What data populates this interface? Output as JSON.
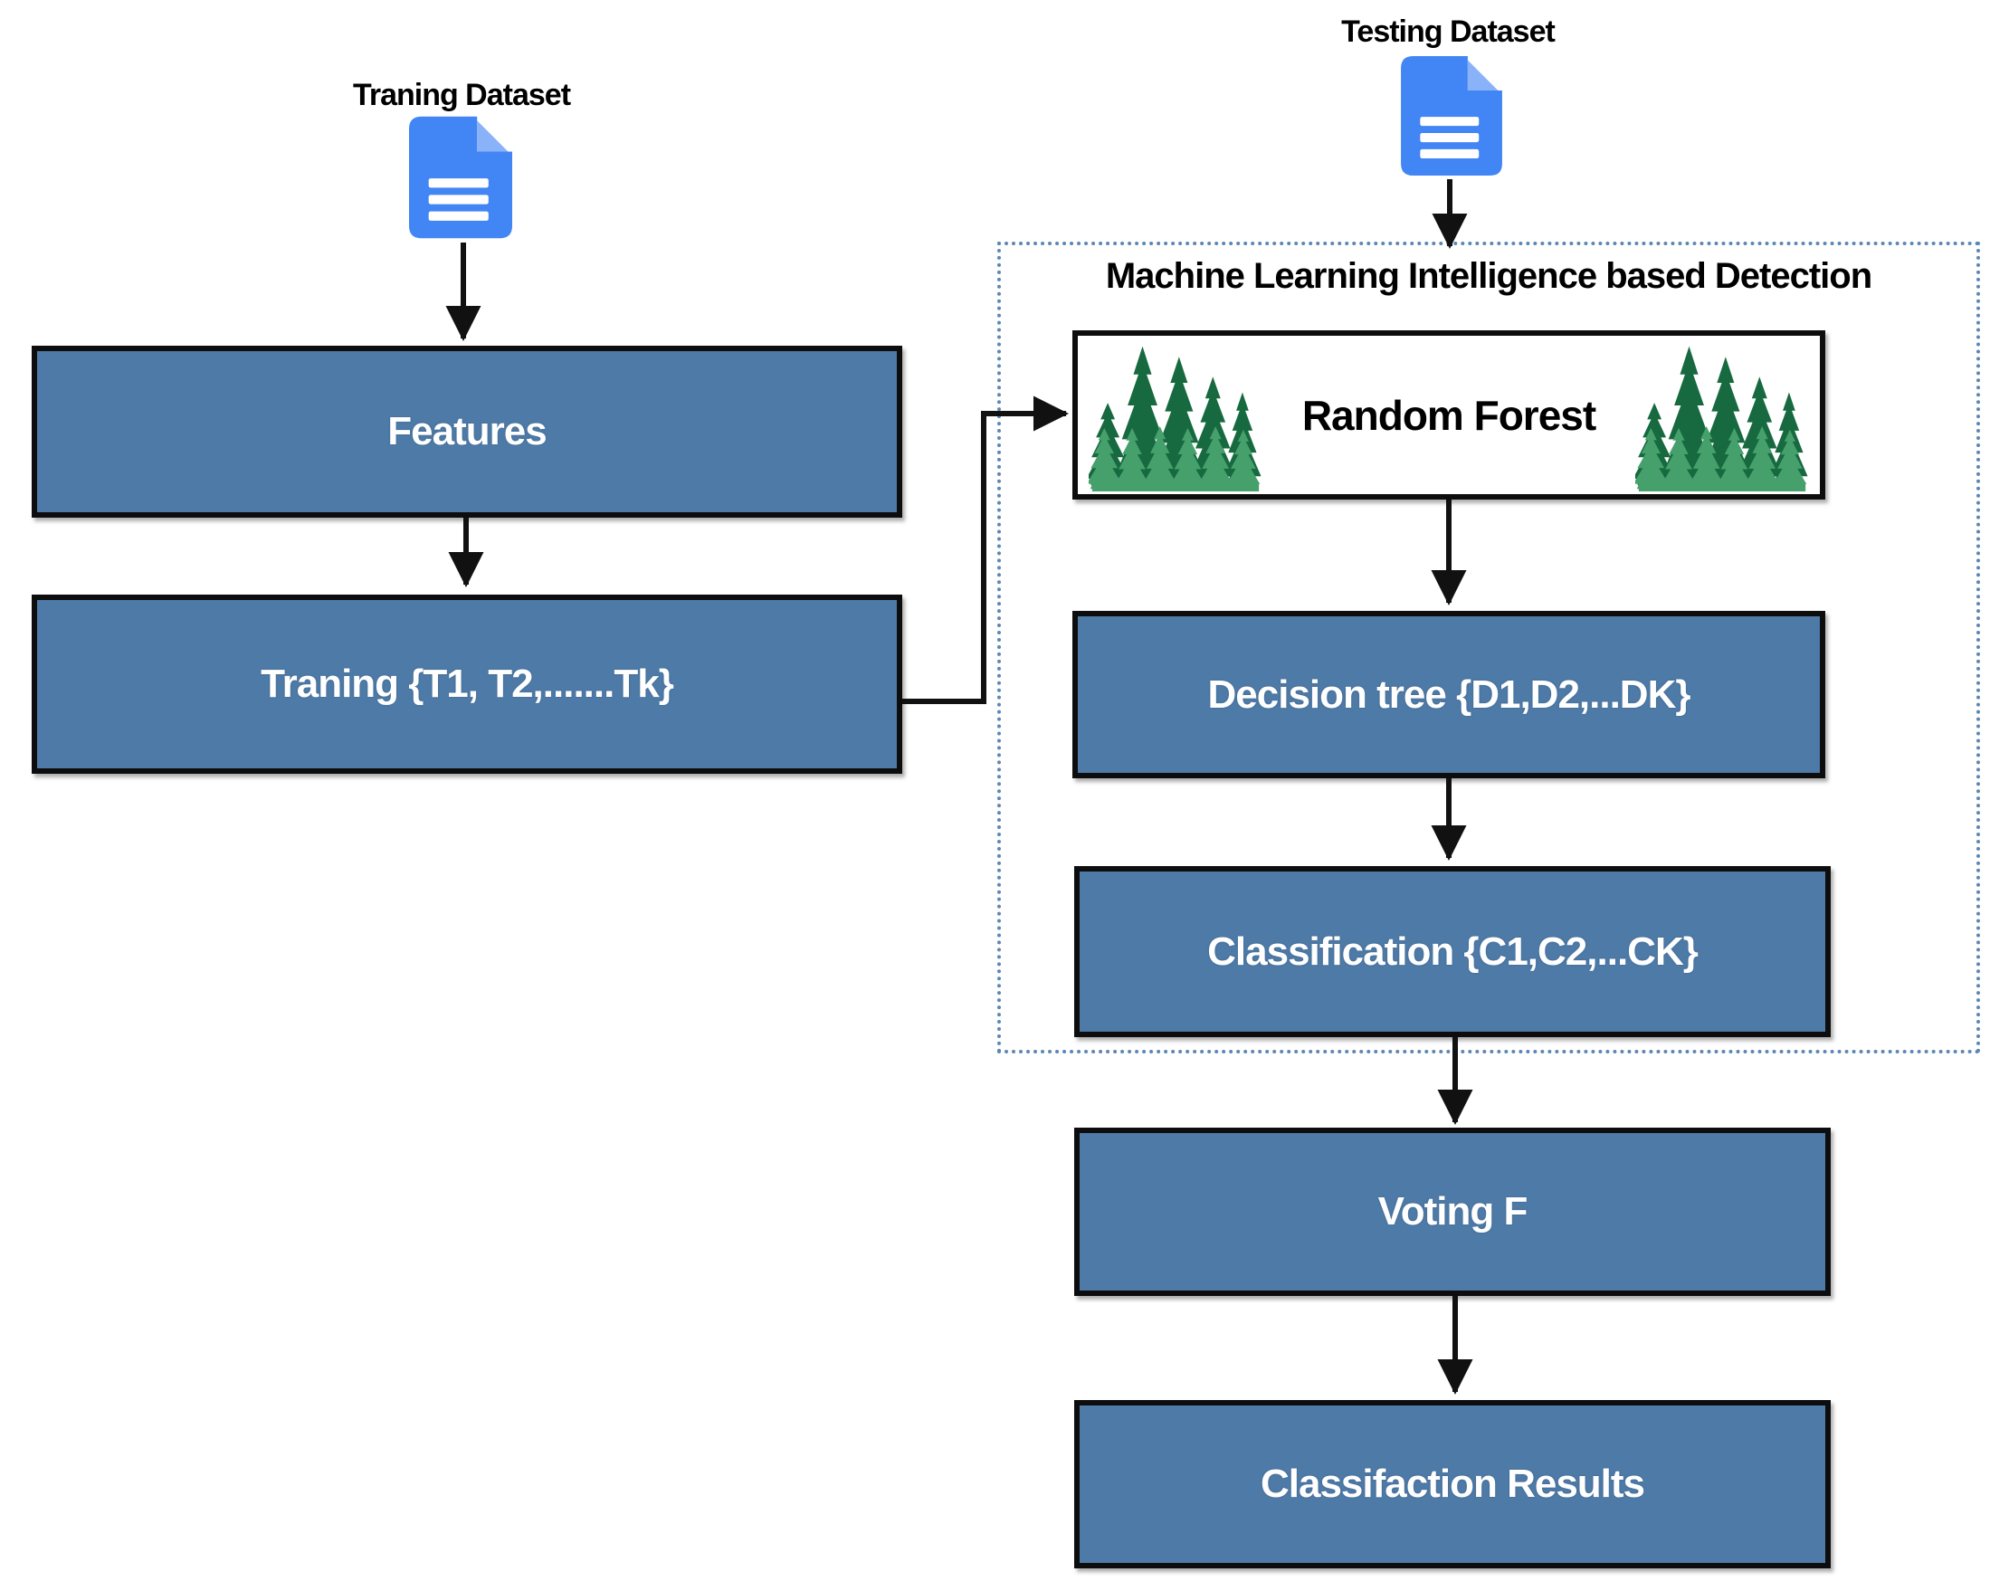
{
  "diagram": {
    "training_branch": {
      "dataset_label": "Traning Dataset",
      "features_label": "Features",
      "training_label": "Traning {T1, T2,.......Tk}"
    },
    "testing_branch": {
      "dataset_label": "Testing Dataset",
      "container_title": "Machine Learning Intelligence based Detection",
      "random_forest_label": "Random Forest",
      "decision_tree_label": "Decision tree {D1,D2,...DK}",
      "classification_label": "Classification {C1,C2,...CK}",
      "voting_label": "Voting F",
      "results_label": "Classifaction Results"
    },
    "icons": {
      "training_doc": "document-icon",
      "testing_doc": "document-icon",
      "forest_left": "forest-icon",
      "forest_right": "forest-icon"
    },
    "colors": {
      "box_fill": "#4e7aa7",
      "box_border": "#0d0d0d",
      "box_text": "#ffffff",
      "title_text": "#000000",
      "dotted_border": "#5d87b3",
      "doc_icon_blue": "#4285f4",
      "doc_icon_fold": "#8ab2f8",
      "tree_dark_green": "#17693f",
      "tree_light_green": "#46a06c",
      "arrow_black": "#111111"
    }
  }
}
